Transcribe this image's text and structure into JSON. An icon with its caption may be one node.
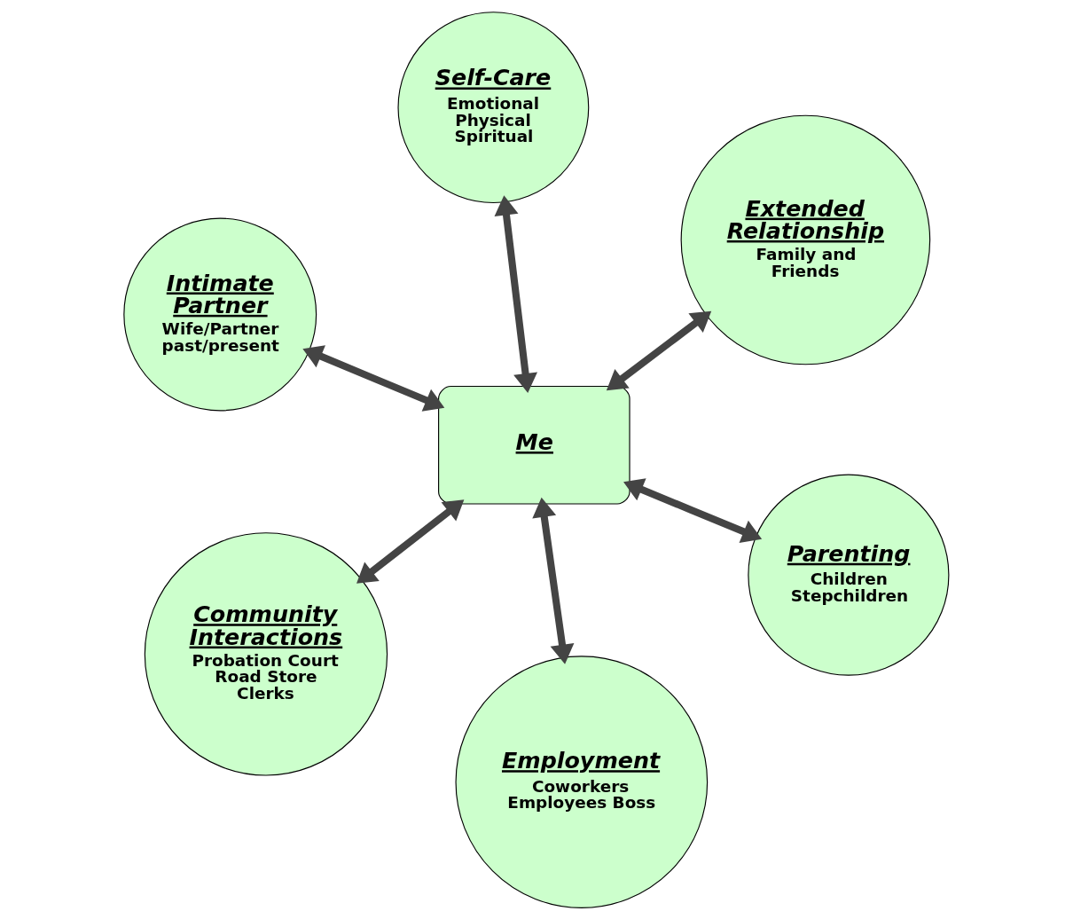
{
  "diagram": {
    "nodes": [
      {
        "text": [
          "Intimate Partner",
          "Wife/Partner past/present"
        ]
      },
      {
        "text": [
          "Parenting",
          "Children Stepchildren"
        ]
      },
      {
        "text": [
          "Employment",
          "Coworkers Employees Boss"
        ]
      },
      {
        "text": [
          "Me"
        ]
      },
      {
        "text": [
          "Extended Relationship",
          "Family and Friends"
        ]
      },
      {
        "text": [
          "Self-Care",
          "Emotional Physical Spiritual"
        ]
      },
      {
        "text": [
          "Community Interactions",
          "Probation Court Road Store Clerks"
        ]
      }
    ],
    "edges": [
      {
        "from": 3,
        "to": 0,
        "arrow": "both"
      },
      {
        "from": 3,
        "to": 1,
        "arrow": "both"
      },
      {
        "from": 3,
        "to": 2,
        "arrow": "both"
      },
      {
        "from": 3,
        "to": 4,
        "arrow": "both"
      },
      {
        "from": 3,
        "to": 5,
        "arrow": "both"
      },
      {
        "from": 3,
        "to": 6,
        "arrow": "both"
      }
    ]
  }
}
